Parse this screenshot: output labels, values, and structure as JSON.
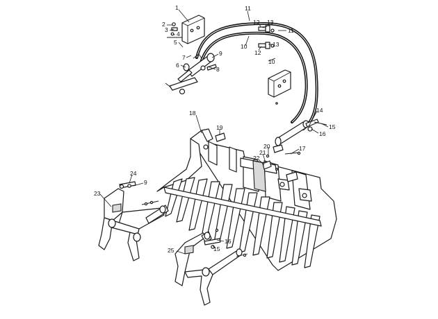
{
  "callouts": [
    {
      "id": "c1",
      "label": "1"
    },
    {
      "id": "c2",
      "label": "2"
    },
    {
      "id": "c3",
      "label": "3"
    },
    {
      "id": "c4",
      "label": "4"
    },
    {
      "id": "c5",
      "label": "5"
    },
    {
      "id": "c6",
      "label": "6"
    },
    {
      "id": "c7",
      "label": "7"
    },
    {
      "id": "c8",
      "label": "8"
    },
    {
      "id": "c9a",
      "label": "9"
    },
    {
      "id": "c10a",
      "label": "10"
    },
    {
      "id": "c10b",
      "label": "10"
    },
    {
      "id": "c11a",
      "label": "11"
    },
    {
      "id": "c11b",
      "label": "11"
    },
    {
      "id": "c12a",
      "label": "12"
    },
    {
      "id": "c12b",
      "label": "12"
    },
    {
      "id": "c13a",
      "label": "13"
    },
    {
      "id": "c13b",
      "label": "13"
    },
    {
      "id": "c14",
      "label": "14"
    },
    {
      "id": "c15a",
      "label": "15"
    },
    {
      "id": "c16a",
      "label": "16"
    },
    {
      "id": "c17",
      "label": "17"
    },
    {
      "id": "c18",
      "label": "18"
    },
    {
      "id": "c19",
      "label": "19"
    },
    {
      "id": "c20",
      "label": "20"
    },
    {
      "id": "c21",
      "label": "21"
    },
    {
      "id": "c22",
      "label": "22"
    },
    {
      "id": "c23",
      "label": "23"
    },
    {
      "id": "c24",
      "label": "24"
    },
    {
      "id": "c9b",
      "label": "9"
    },
    {
      "id": "c25",
      "label": "25"
    },
    {
      "id": "c16b",
      "label": "16"
    },
    {
      "id": "c15b",
      "label": "15"
    }
  ]
}
